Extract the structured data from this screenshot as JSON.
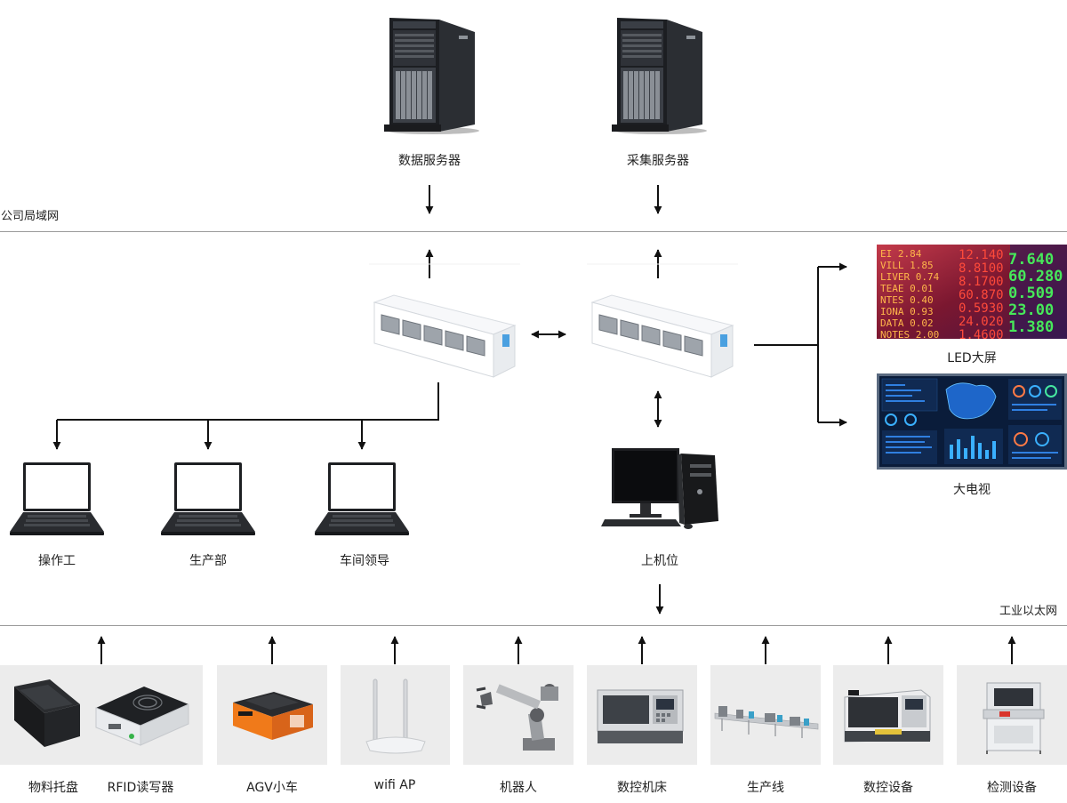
{
  "networks": {
    "company_lan": "公司局域网",
    "industrial_ethernet": "工业以太网"
  },
  "servers": [
    {
      "label": "数据服务器",
      "icon": "tower-server-icon"
    },
    {
      "label": "采集服务器",
      "icon": "tower-server-icon"
    }
  ],
  "switches": [
    {
      "icon": "network-switch-icon"
    },
    {
      "icon": "network-switch-icon"
    }
  ],
  "displays": [
    {
      "label": "LED大屏",
      "icon": "led-screen-icon"
    },
    {
      "label": "大电视",
      "icon": "dashboard-tv-icon"
    }
  ],
  "laptops": [
    {
      "label": "操作工",
      "icon": "laptop-icon"
    },
    {
      "label": "生产部",
      "icon": "laptop-icon"
    },
    {
      "label": "车间领导",
      "icon": "laptop-icon"
    }
  ],
  "host_pc": {
    "label": "上机位",
    "icon": "desktop-pc-icon"
  },
  "field_devices": [
    {
      "label": "物料托盘",
      "icon": "material-tray-icon"
    },
    {
      "label": "RFID读写器",
      "icon": "rfid-reader-icon"
    },
    {
      "label": "AGV小车",
      "icon": "agv-cart-icon"
    },
    {
      "label": "wifi AP",
      "icon": "wifi-router-icon"
    },
    {
      "label": "机器人",
      "icon": "robot-arm-icon"
    },
    {
      "label": "数控机床",
      "icon": "cnc-lathe-icon"
    },
    {
      "label": "生产线",
      "icon": "production-line-icon"
    },
    {
      "label": "数控设备",
      "icon": "cnc-machine-icon"
    },
    {
      "label": "检测设备",
      "icon": "inspection-machine-icon"
    }
  ],
  "led_screen_text": {
    "left_column": [
      "EI 2.84",
      "VILL 1.85",
      "LIVER 0.74",
      "TEAE 0.01",
      "NTES 0.40",
      "IONA 0.93",
      "DATA 0.02",
      "NOTES 2.00"
    ],
    "right_column": [
      "12.140",
      "8.8100",
      "8.1700",
      "60.870",
      "0.5930",
      "24.020",
      "1.4600"
    ],
    "big_column": [
      "7.640",
      "60.280",
      "0.509",
      "23.00",
      "1.380"
    ]
  },
  "colors": {
    "rule": "#9a9a9a",
    "panel": "#ececec",
    "arrow": "#111111",
    "led_background": "#7b1730",
    "led_green": "#46e85a",
    "led_orange": "#ffb64a",
    "led_red": "#ff4a3a",
    "tv_background": "#0a1c3a",
    "tv_accent": "#2f7fe0"
  }
}
